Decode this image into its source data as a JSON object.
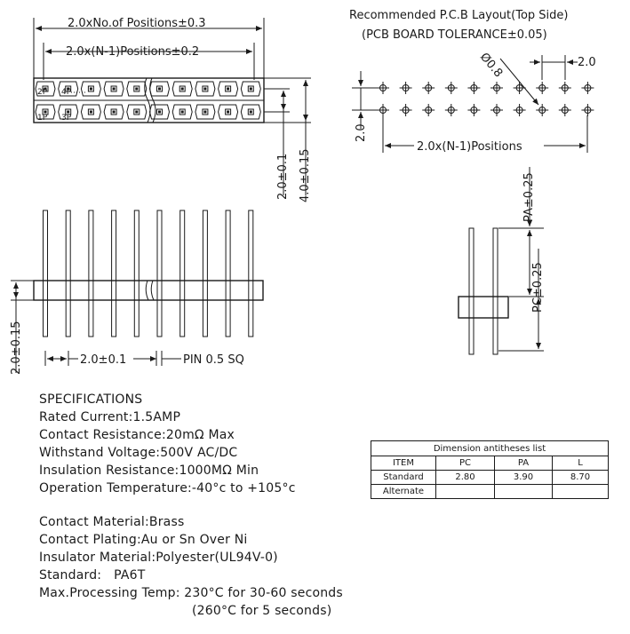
{
  "front_view": {
    "dim_total": "2.0xNo.of Positions±0.3",
    "dim_inner": "2.0x(N-1)Positions±0.2",
    "label_2p": "2P",
    "label_4p": "4P",
    "label_1p": "1P",
    "label_3p": "3P",
    "dim_row_pitch": "2.0±0.1",
    "dim_height": "4.0±0.15"
  },
  "side_view": {
    "dim_body": "2.0±0.15",
    "dim_pitch": "2.0±0.1",
    "pin_label": "PIN 0.5 SQ"
  },
  "pcb_layout": {
    "title": "Recommended P.C.B Layout(Top Side)",
    "tolerance": "(PCB BOARD TOLERANCE±0.05)",
    "dim_hole": "Ø0.8",
    "dim_pitch": "2.0",
    "dim_row": "2.0",
    "dim_span": "2.0x(N-1)Positions"
  },
  "end_view": {
    "dim_pa": "PA±0.25",
    "dim_pc": "PC±0.25"
  },
  "specs": {
    "heading": "SPECIFICATIONS",
    "rated_current": "Rated Current:1.5AMP",
    "contact_resistance": "Contact Resistance:20mΩ Max",
    "withstand_voltage": "Withstand Voltage:500V AC/DC",
    "insulation_resistance": "Insulation Resistance:1000MΩ Min",
    "operation_temperature": "Operation Temperature:-40°c to +105°c",
    "contact_material": "Contact Material:Brass",
    "contact_plating": "Contact Plating:Au or Sn Over Ni",
    "insulator_material": "Insulator Material:Polyester(UL94V-0)",
    "standard": "Standard:   PA6T",
    "processing_temp": "Max.Processing Temp: 230°C for 30-60 seconds",
    "processing_temp_alt": "(260°C for 5 seconds)"
  },
  "dimension_table": {
    "caption": "Dimension antitheses list",
    "headers": [
      "ITEM",
      "PC",
      "PA",
      "L"
    ],
    "rows": [
      [
        "Standard",
        "2.80",
        "3.90",
        "8.70"
      ],
      [
        "Alternate",
        "",
        "",
        ""
      ]
    ]
  }
}
